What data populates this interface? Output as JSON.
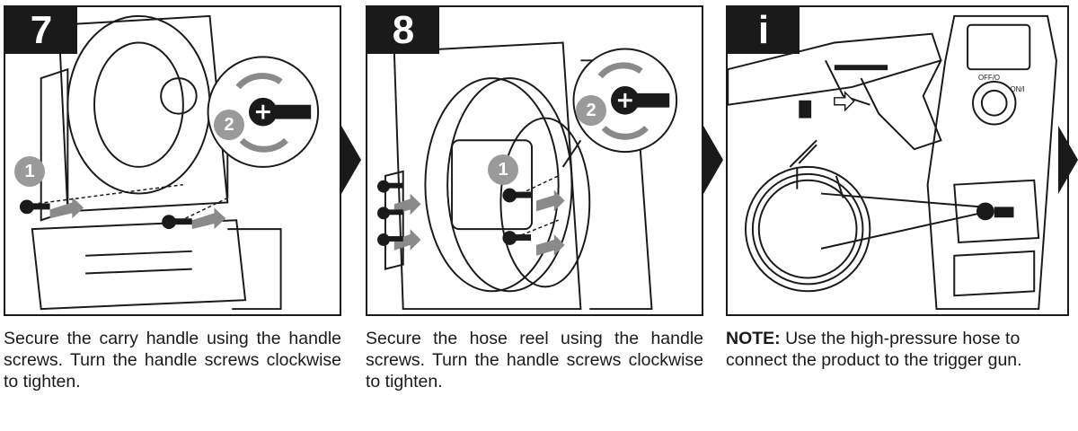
{
  "steps": [
    {
      "badge": "7",
      "caption": "Secure the carry handle using the handle screws. Turn the handle screws clockwise to tighten.",
      "callouts": [
        "1",
        "2"
      ]
    },
    {
      "badge": "8",
      "caption": "Secure the hose reel using the handle screws. Turn the handle screws clockwise to tighten.",
      "callouts": [
        "1",
        "2"
      ]
    },
    {
      "badge": "i",
      "note_label": "NOTE:",
      "note_text": " Use the high-pressure hose to connect the product to the trigger gun.",
      "device_labels": [
        "OFF/O",
        "ON/I"
      ]
    }
  ],
  "colors": {
    "ink": "#1a1a1a",
    "badge_bg": "#1a1a1a",
    "callout_bg": "#9a9a9a",
    "arrow_gray": "#8a8a8a"
  },
  "icons": [
    "next-step-arrow-icon",
    "rotate-clockwise-icon",
    "screw-icon"
  ]
}
